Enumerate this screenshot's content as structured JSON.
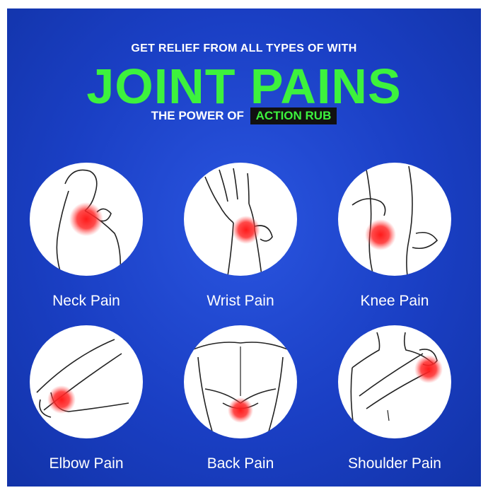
{
  "header": {
    "kicker": "GET RELIEF FROM ALL TYPES OF WITH",
    "headline": "JOINT PAINS",
    "subline_prefix": "THE POWER OF",
    "brand": "ACTION RUB"
  },
  "conditions": [
    {
      "label": "Neck Pain",
      "icon": "neck-pain-illustration"
    },
    {
      "label": "Wrist Pain",
      "icon": "wrist-pain-illustration"
    },
    {
      "label": "Knee Pain",
      "icon": "knee-pain-illustration"
    },
    {
      "label": "Elbow Pain",
      "icon": "elbow-pain-illustration"
    },
    {
      "label": "Back Pain",
      "icon": "back-pain-illustration"
    },
    {
      "label": "Shoulder Pain",
      "icon": "shoulder-pain-illustration"
    }
  ],
  "colors": {
    "background": "#1a3fc4",
    "headline": "#3df23d",
    "pain_spot": "#ff1a1a",
    "text": "#ffffff"
  }
}
